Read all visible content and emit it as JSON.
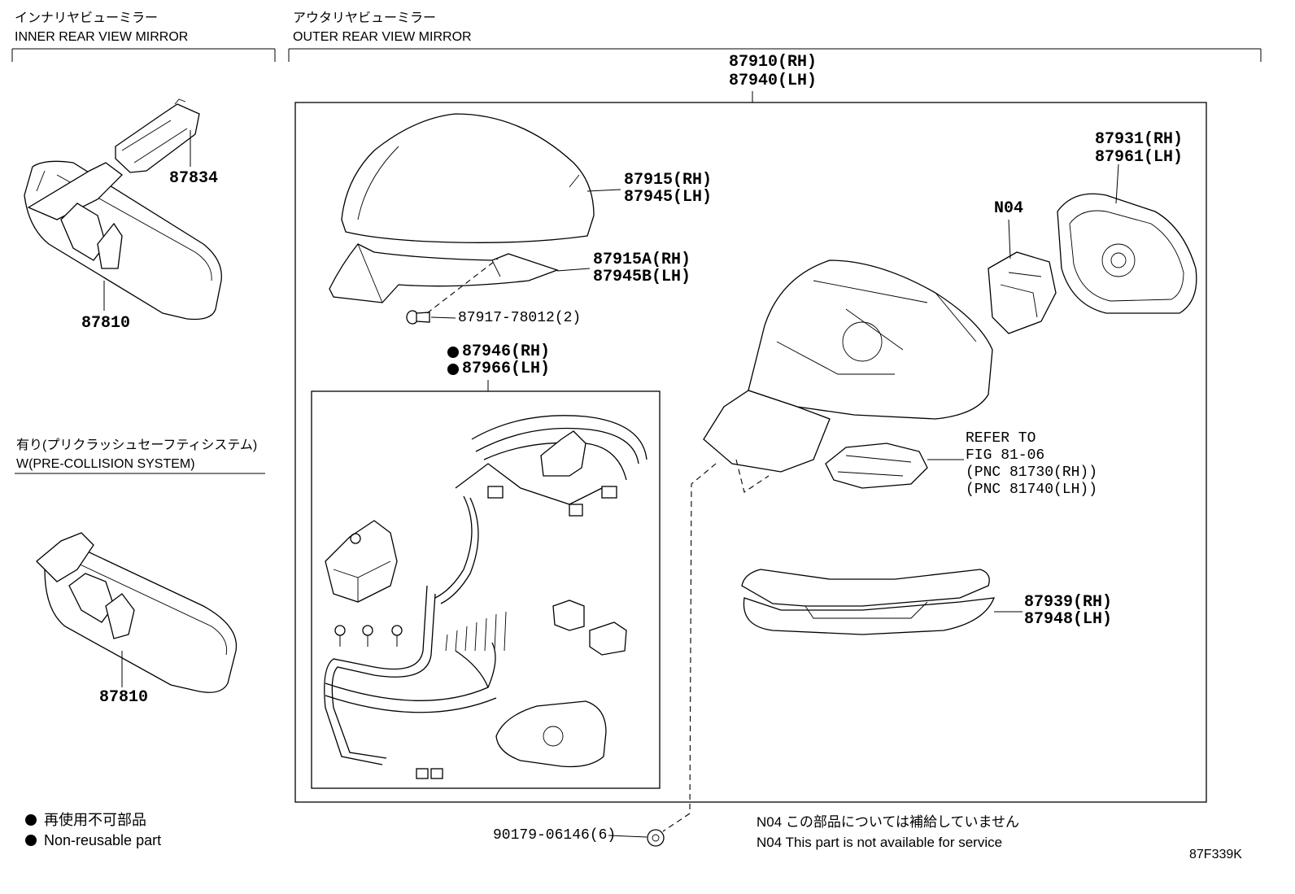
{
  "sections": {
    "inner": {
      "title_jp": "インナリヤビューミラー",
      "title_en": "INNER REAR VIEW MIRROR"
    },
    "outer": {
      "title_jp": "アウタリヤビューミラー",
      "title_en": "OUTER REAR VIEW MIRROR"
    },
    "pcs": {
      "title_jp": "有り(プリクラッシュセーフティシステム)",
      "title_en": "W(PRE-COLLISION SYSTEM)"
    }
  },
  "parts": {
    "p87834": "87834",
    "p87810_a": "87810",
    "p87810_b": "87810",
    "assy_rh": "87910(RH)",
    "assy_lh": "87940(LH)",
    "cover_rh": "87915(RH)",
    "cover_lh": "87945(LH)",
    "coverA_rh": "87915A(RH)",
    "coverB_lh": "87945B(LH)",
    "screw": "87917-78012(2)",
    "harness_rh": "87946(RH)",
    "harness_lh": "87966(LH)",
    "n04": "N04",
    "glass_rh": "87931(RH)",
    "glass_lh": "87961(LH)",
    "base_rh": "87939(RH)",
    "base_lh": "87948(LH)",
    "bolt": "90179-06146(6)"
  },
  "refer": {
    "line1": "REFER TO",
    "line2": "FIG 81-06",
    "line3": "(PNC 81730(RH))",
    "line4": "(PNC 81740(LH))"
  },
  "legend": {
    "jp": "再使用不可部品",
    "en": "Non-reusable part",
    "n04_jp": "N04 この部品については補給していません",
    "n04_en": "N04 This part is not available for service"
  },
  "figure_code": "87F339K"
}
